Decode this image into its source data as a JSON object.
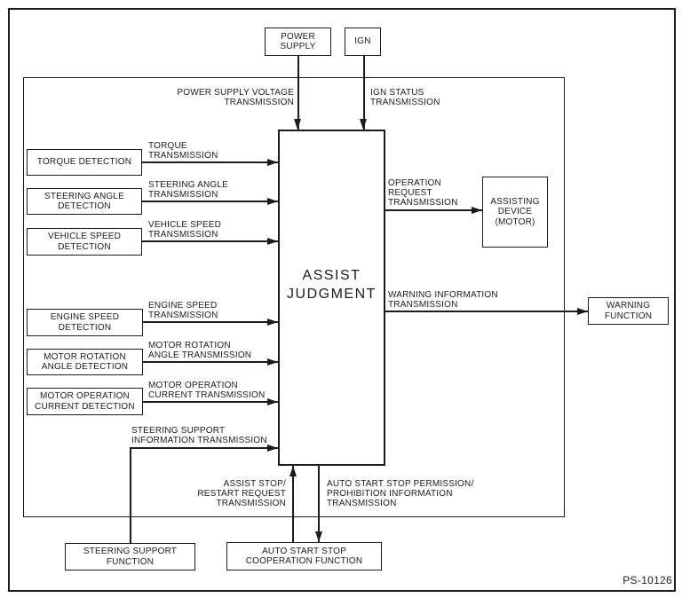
{
  "page": {
    "code": "PS-10126",
    "colors": {
      "line": "#1c1c1c",
      "background": "#ffffff"
    }
  },
  "boxes": {
    "power_supply": {
      "label": "POWER\nSUPPLY"
    },
    "ign": {
      "label": "IGN"
    },
    "assist_judgment": {
      "label": "ASSIST\nJUDGMENT"
    },
    "torque_detection": {
      "label": "TORQUE DETECTION"
    },
    "steering_angle_detection": {
      "label": "STEERING ANGLE\nDETECTION"
    },
    "vehicle_speed_detection": {
      "label": "VEHICLE SPEED\nDETECTION"
    },
    "engine_speed_detection": {
      "label": "ENGINE SPEED\nDETECTION"
    },
    "motor_rotation_angle_detection": {
      "label": "MOTOR ROTATION\nANGLE DETECTION"
    },
    "motor_operation_current_detection": {
      "label": "MOTOR OPERATION\nCURRENT DETECTION"
    },
    "assisting_device": {
      "label": "ASSISTING\nDEVICE\n(MOTOR)"
    },
    "warning_function": {
      "label": "WARNING\nFUNCTION"
    },
    "steering_support_function": {
      "label": "STEERING SUPPORT\nFUNCTION"
    },
    "auto_start_stop_cooperation_function": {
      "label": "AUTO START STOP\nCOOPERATION FUNCTION"
    }
  },
  "flows": {
    "power_supply_voltage": {
      "label": "POWER SUPPLY VOLTAGE\nTRANSMISSION"
    },
    "ign_status": {
      "label": "IGN STATUS\nTRANSMISSION"
    },
    "torque": {
      "label": "TORQUE\nTRANSMISSION"
    },
    "steering_angle": {
      "label": "STEERING ANGLE\nTRANSMISSION"
    },
    "vehicle_speed": {
      "label": "VEHICLE SPEED\nTRANSMISSION"
    },
    "engine_speed": {
      "label": "ENGINE SPEED\nTRANSMISSION"
    },
    "motor_rotation_angle": {
      "label": "MOTOR ROTATION\nANGLE TRANSMISSION"
    },
    "motor_operation_current": {
      "label": "MOTOR OPERATION\nCURRENT TRANSMISSION"
    },
    "steering_support_information": {
      "label": "STEERING SUPPORT\nINFORMATION TRANSMISSION"
    },
    "operation_request": {
      "label": "OPERATION\nREQUEST\nTRANSMISSION"
    },
    "warning_information": {
      "label": "WARNING INFORMATION\nTRANSMISSION"
    },
    "assist_stop_restart_request": {
      "label": "ASSIST STOP/\nRESTART REQUEST\nTRANSMISSION"
    },
    "auto_start_stop_permission": {
      "label": "AUTO START STOP PERMISSION/\nPROHIBITION INFORMATION\nTRANSMISSION"
    }
  }
}
